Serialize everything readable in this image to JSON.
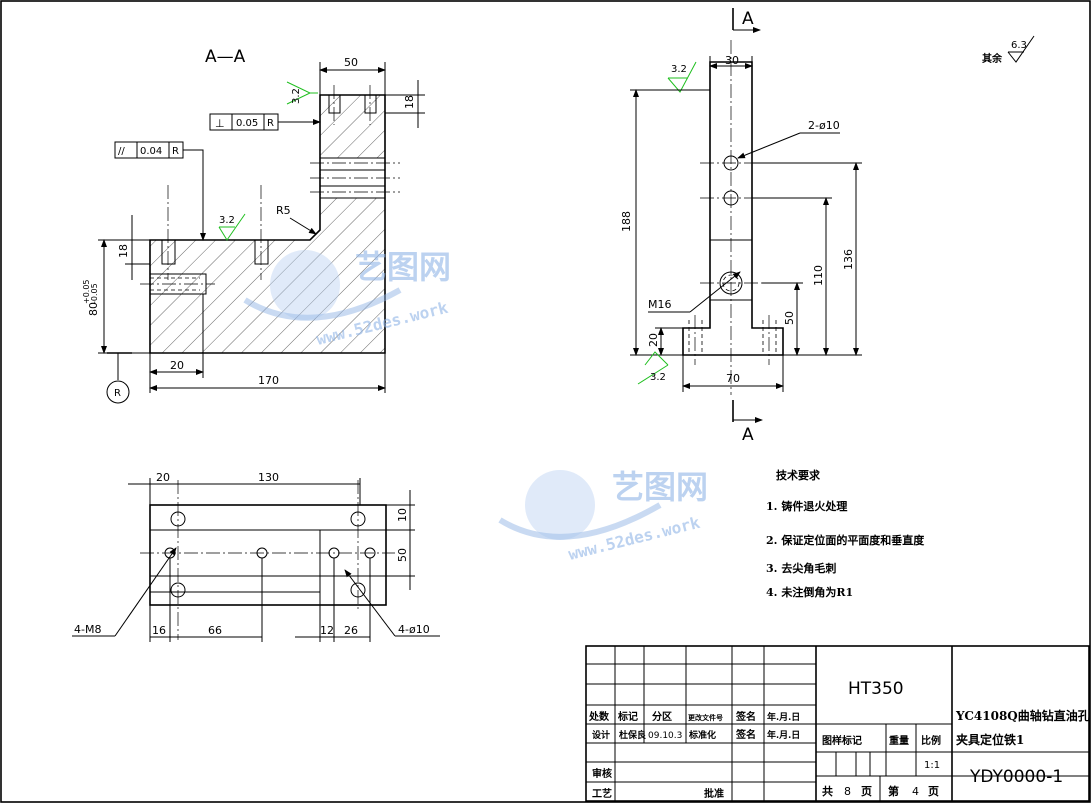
{
  "section_view": {
    "label": "A—A",
    "dims": {
      "top_width": "50",
      "top_depth": "18",
      "left_depth": "18",
      "height": "80",
      "height_tol_upper": "+0.05",
      "height_tol_lower": "-0.05",
      "offset": "20",
      "total_length": "170",
      "radius": "R5"
    },
    "perpendicularity": {
      "symbol": "⊥",
      "value": "0.05",
      "datum": "R"
    },
    "parallelism": {
      "symbol": "//",
      "value": "0.04",
      "datum": "R"
    },
    "roughness": [
      "3.2",
      "3.2"
    ],
    "datum_label": "R"
  },
  "side_view": {
    "section_marker": "A",
    "dims": {
      "top_width": "30",
      "holes": "2-ø10",
      "total_height": "188",
      "h136": "136",
      "h110": "110",
      "h50": "50",
      "h20": "20",
      "bottom_width": "70",
      "thread": "M16"
    },
    "roughness": [
      "3.2",
      "3.2"
    ],
    "other_roughness_label": "其余",
    "other_roughness_value": "6.3"
  },
  "plan_view": {
    "dims": {
      "d20": "20",
      "d130": "130",
      "d10": "10",
      "d50": "50",
      "d16": "16",
      "d66": "66",
      "d12": "12",
      "d26": "26",
      "tapped": "4-M8",
      "holes": "4-ø10"
    }
  },
  "tech_requirements": {
    "title": "技术要求",
    "items": [
      "1. 铸件退火处理",
      "2. 保证定位面的平面度和垂直度",
      "3. 去尖角毛刺",
      "4. 未注倒角为R1"
    ]
  },
  "title_block": {
    "material": "HT350",
    "part_name_line1": "YC4108Q曲轴钻直油孔",
    "part_name_line2": "夹具定位铁1",
    "drawing_number": "YDY0000-1",
    "headers": [
      "处数",
      "标记",
      "分区",
      "更改文件号",
      "签名",
      "年.月.日"
    ],
    "sign_row": [
      "设计",
      "杜保良",
      "09.10.3",
      "标准化",
      "签名",
      "年.月.日"
    ],
    "review": "审核",
    "process": "工艺",
    "approve": "批准",
    "stage_mark": "图样标记",
    "weight": "重量",
    "scale_label": "比例",
    "scale_value": "1:1",
    "sheets_total_label": "共",
    "sheets_total": "8",
    "page_unit": "页",
    "sheet_label": "第",
    "sheet_no": "4",
    "sheet_unit": "页"
  },
  "watermark": {
    "brand": "艺图网",
    "url": "www.52des.work"
  }
}
